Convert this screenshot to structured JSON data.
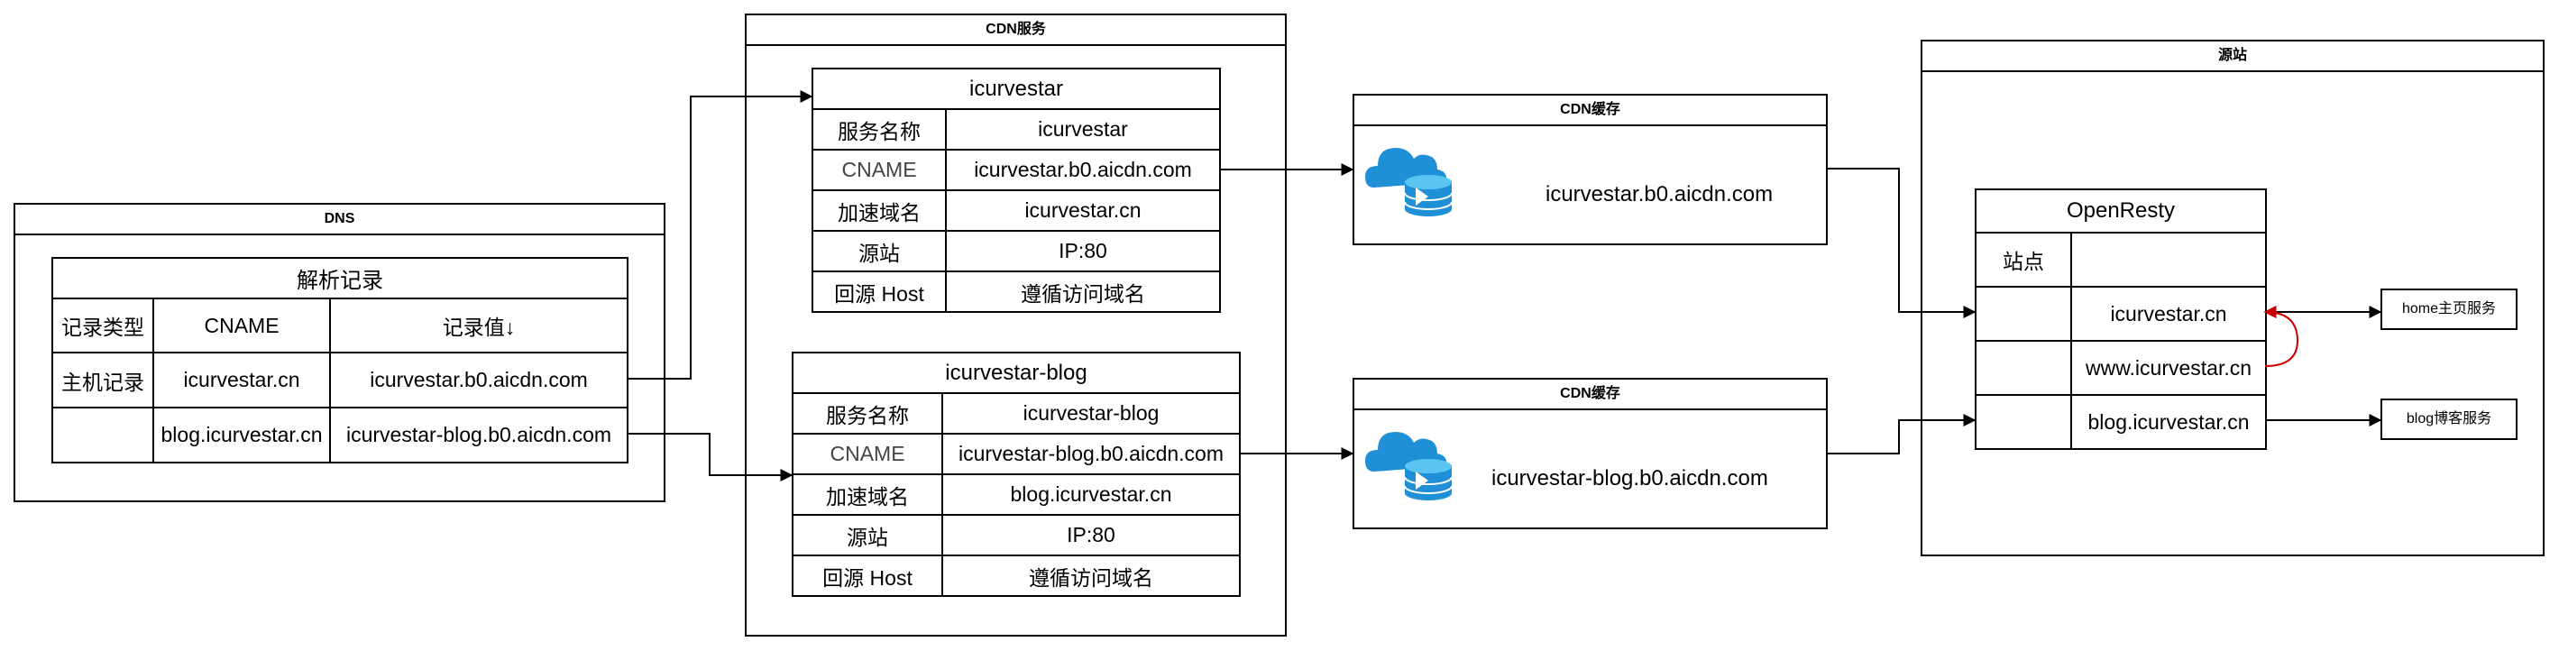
{
  "dns": {
    "title": "DNS",
    "table_title": "解析记录",
    "columns": [
      "记录类型",
      "CNAME",
      "记录值↓"
    ],
    "rows": [
      {
        "type": "主机记录",
        "cname": "icurvestar.cn",
        "value": "icurvestar.b0.aicdn.com"
      },
      {
        "type": "",
        "cname": "blog.icurvestar.cn",
        "value": "icurvestar-blog.b0.aicdn.com"
      }
    ]
  },
  "cdn_service": {
    "title": "CDN服务",
    "services": [
      {
        "name": "icurvestar",
        "rows": [
          {
            "label": "服务名称",
            "value": "icurvestar"
          },
          {
            "label": "CNAME",
            "value": "icurvestar.b0.aicdn.com"
          },
          {
            "label": "加速域名",
            "value": "icurvestar.cn"
          },
          {
            "label": "源站",
            "value": "IP:80"
          },
          {
            "label": "回源 Host",
            "value": "遵循访问域名"
          }
        ]
      },
      {
        "name": "icurvestar-blog",
        "rows": [
          {
            "label": "服务名称",
            "value": "icurvestar-blog"
          },
          {
            "label": "CNAME",
            "value": "icurvestar-blog.b0.aicdn.com"
          },
          {
            "label": "加速域名",
            "value": "blog.icurvestar.cn"
          },
          {
            "label": "源站",
            "value": "IP:80"
          },
          {
            "label": "回源 Host",
            "value": "遵循访问域名"
          }
        ]
      }
    ]
  },
  "cdn_cache": [
    {
      "title": "CDN缓存",
      "value": "icurvestar.b0.aicdn.com",
      "icon": "cloud-cache-icon"
    },
    {
      "title": "CDN缓存",
      "value": "icurvestar-blog.b0.aicdn.com",
      "icon": "cloud-cache-icon"
    }
  ],
  "origin": {
    "title": "源站",
    "table_title": "OpenResty",
    "site_label": "站点",
    "rows": [
      "icurvestar.cn",
      "www.icurvestar.cn",
      "blog.icurvestar.cn"
    ]
  },
  "services": {
    "home": "home主页服务",
    "blog": "blog博客服务"
  },
  "colors": {
    "line": "#000000",
    "redirect": "#cc0000",
    "icon_blue": "#1f8fd6",
    "icon_light": "#5ac4f2"
  }
}
